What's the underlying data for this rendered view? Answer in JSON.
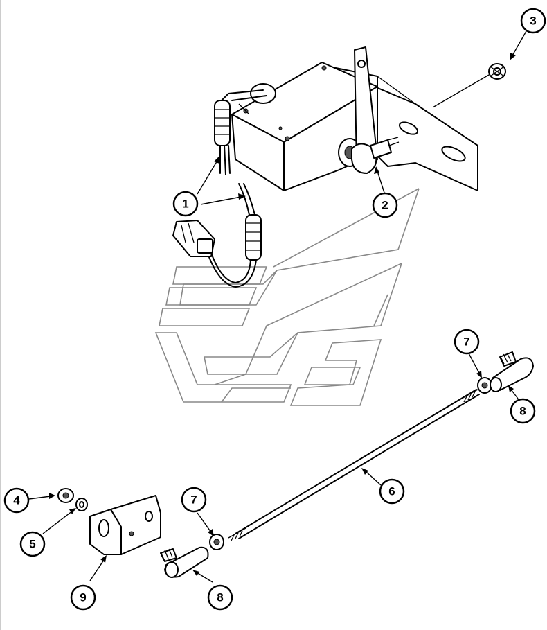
{
  "callouts": [
    {
      "id": "c1",
      "label": "1"
    },
    {
      "id": "c2",
      "label": "2"
    },
    {
      "id": "c3",
      "label": "3"
    },
    {
      "id": "c4",
      "label": "4"
    },
    {
      "id": "c5",
      "label": "5"
    },
    {
      "id": "c6",
      "label": "6"
    },
    {
      "id": "c7a",
      "label": "7"
    },
    {
      "id": "c7b",
      "label": "7"
    },
    {
      "id": "c8a",
      "label": "8"
    },
    {
      "id": "c8b",
      "label": "8"
    },
    {
      "id": "c9",
      "label": "9"
    }
  ]
}
